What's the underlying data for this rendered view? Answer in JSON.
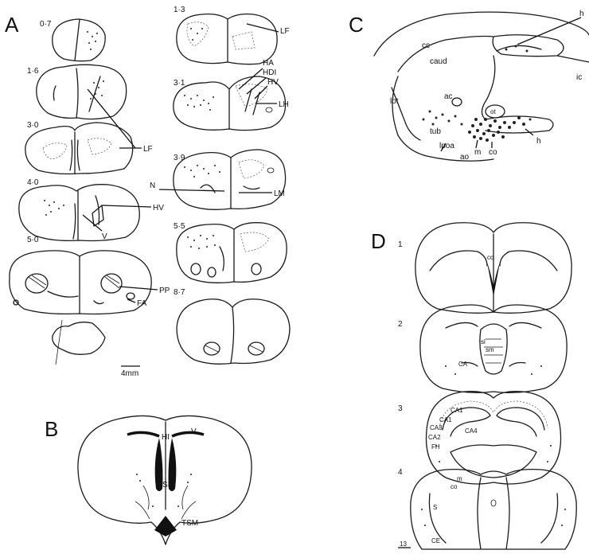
{
  "panel_a": {
    "letter": "A",
    "sections_left": [
      "0·7",
      "1·6",
      "3·0",
      "4·0",
      "5·0"
    ],
    "sections_right": [
      "1·3",
      "3·1",
      "3·9",
      "5·5",
      "8·7"
    ],
    "labels": {
      "lf_top": "LF",
      "lf_mid": "LF",
      "ha": "HA",
      "hdi": "HDI",
      "hv_right": "HV",
      "lh": "LH",
      "n": "N",
      "lm": "LM",
      "hv_left": "HV",
      "v": "V",
      "pp": "PP",
      "fa": "FA"
    },
    "scale": "4mm"
  },
  "panel_b": {
    "letter": "B",
    "labels": {
      "hi": "HI",
      "v": "V",
      "si": "SI",
      "tsm": "TSM"
    }
  },
  "panel_c": {
    "letter": "C",
    "labels": {
      "h_top": "h",
      "cc": "cc",
      "caud": "caud",
      "ic": "ic",
      "ac": "ac",
      "lot": "lot",
      "ot": "ot",
      "tub": "tub",
      "lpoa": "lpoa",
      "ao": "ao",
      "m": "m",
      "co": "co",
      "h_bottom": "h"
    }
  },
  "panel_d": {
    "letter": "D",
    "levels": [
      "1",
      "2",
      "3",
      "4"
    ],
    "labels": {
      "cc": "cc",
      "sl": "sl",
      "sm": "sm",
      "ca": "CA",
      "ca1": "CA1",
      "ca1b": "CA1",
      "ca3": "CA3",
      "ca2": "CA2",
      "ca4": "CA4",
      "fh": "FH",
      "m": "m",
      "co": "co",
      "s": "S",
      "ce": "CE"
    },
    "scale": "13"
  }
}
